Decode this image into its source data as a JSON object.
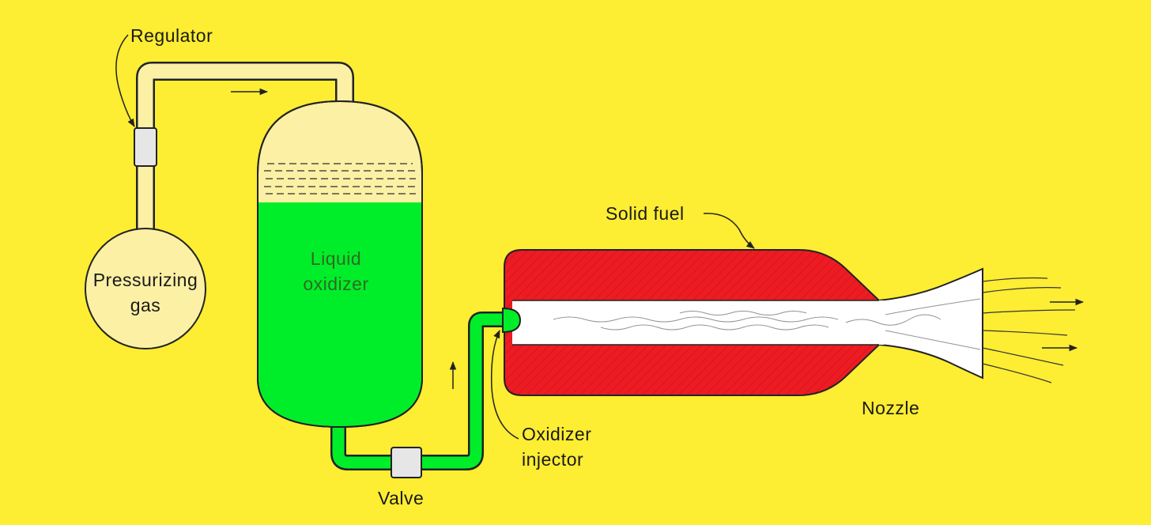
{
  "labels": {
    "regulator": "Regulator",
    "pressurizing_gas": [
      "Pressurizing",
      "gas"
    ],
    "liquid_oxidizer": [
      "Liquid",
      "oxidizer"
    ],
    "valve": "Valve",
    "oxidizer_injector": [
      "Oxidizer",
      "injector"
    ],
    "solid_fuel": "Solid fuel",
    "nozzle": "Nozzle"
  },
  "colors": {
    "background": "#fded33",
    "gas": "#fbf0a4",
    "liquid_oxidizer": "#00ee2a",
    "solid_fuel": "#ee1b23",
    "flame": "#ffffff",
    "component_gray": "#e6e6e6",
    "outline": "#222222"
  }
}
